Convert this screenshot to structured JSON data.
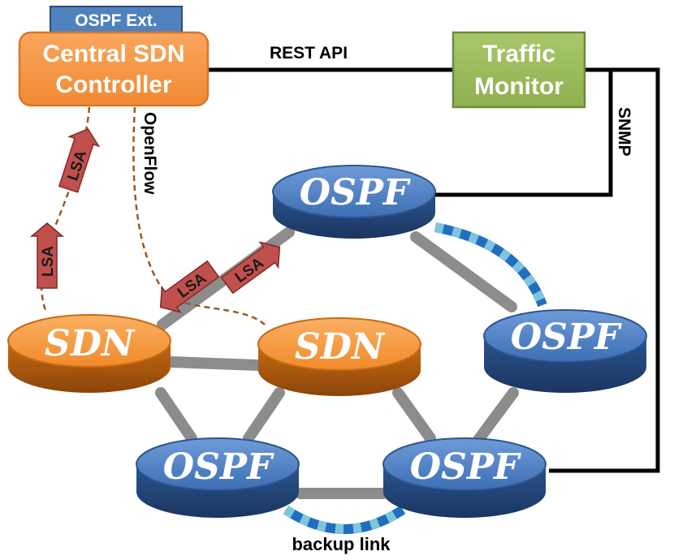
{
  "controller": {
    "tag": "OSPF Ext.",
    "line1": "Central SDN",
    "line2": "Controller"
  },
  "monitor": {
    "line1": "Traffic",
    "line2": "Monitor"
  },
  "links": {
    "rest_api": "REST API",
    "snmp": "SNMP",
    "openflow": "OpenFlow",
    "backup": "backup link"
  },
  "routers": {
    "ospf_top": "OSPF",
    "sdn_left": "SDN",
    "sdn_mid": "SDN",
    "ospf_right": "OSPF",
    "ospf_bottom_left": "OSPF",
    "ospf_bottom_right": "OSPF"
  },
  "lsa": [
    "LSA",
    "LSA",
    "LSA",
    "LSA"
  ],
  "colors": {
    "controller_fill": "#f79646",
    "controller_tag": "#4f81bd",
    "monitor_fill": "#9bbb59",
    "sdn_router": "#f28a30",
    "ospf_router": "#3a6fb5",
    "physical_link": "#8c8c8c",
    "lsa_arrow": "#c0504d",
    "openflow_line": "#9a5a1e",
    "backup_link": "#1f6fc0"
  }
}
